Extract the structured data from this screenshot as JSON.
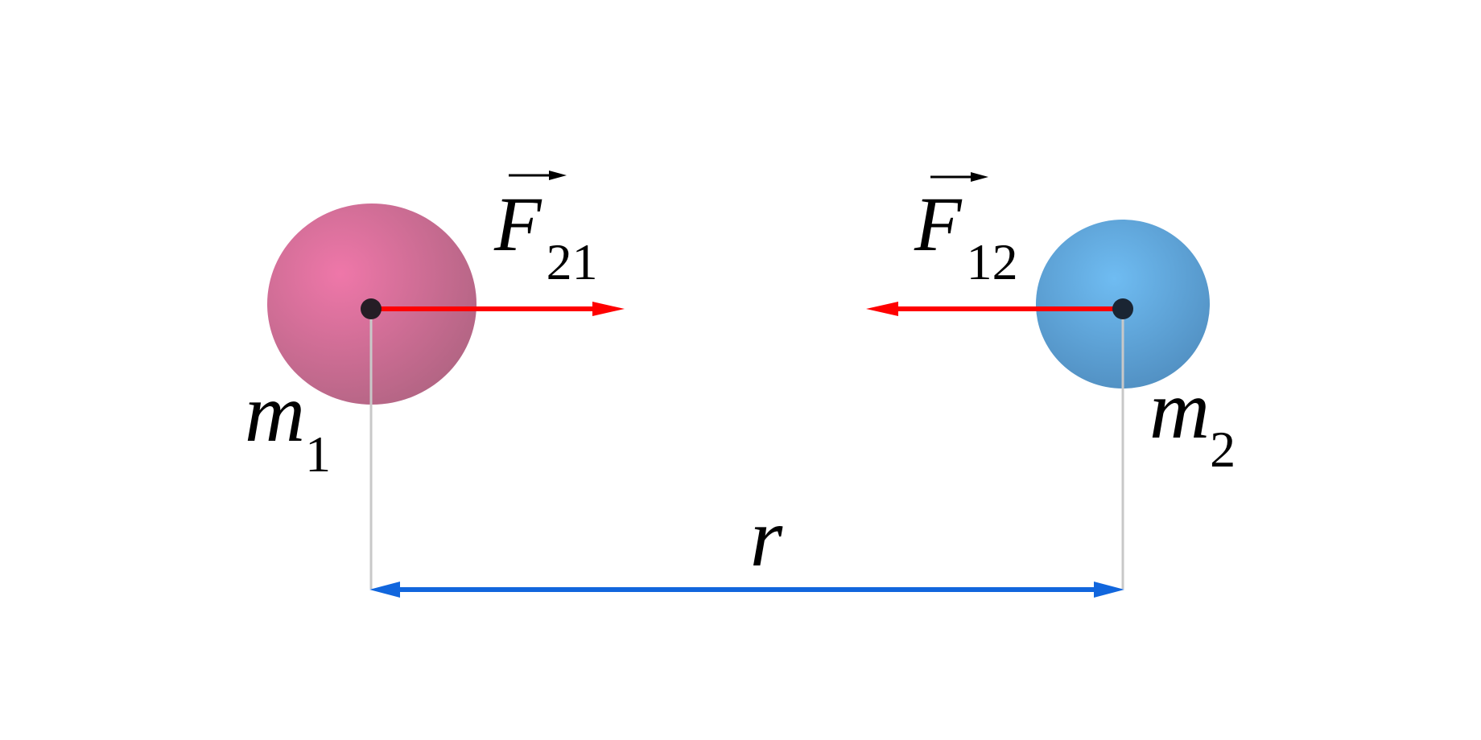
{
  "diagram": {
    "mass1": {
      "symbol": "m",
      "subscript": "1",
      "color": "#ef77a9",
      "shade": "#b06482"
    },
    "mass2": {
      "symbol": "m",
      "subscript": "2",
      "color": "#6fbcf2",
      "shade": "#4e8bbd"
    },
    "force21": {
      "symbol": "F",
      "subscript": "21",
      "color": "#ff0000"
    },
    "force12": {
      "symbol": "F",
      "subscript": "12",
      "color": "#ff0000"
    },
    "distance": {
      "symbol": "r",
      "color": "#1166dd"
    }
  }
}
